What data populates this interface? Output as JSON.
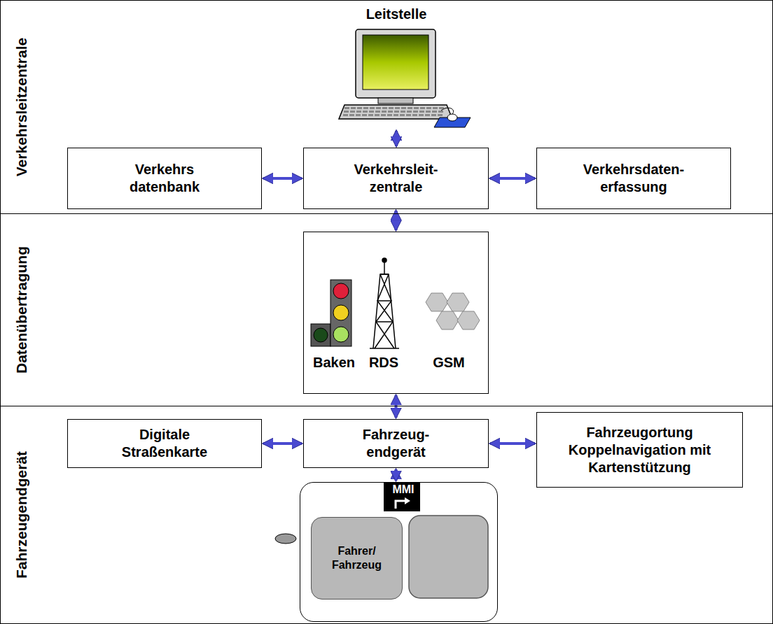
{
  "diagram": {
    "nodes": [
      {
        "text": [
          "Verkehrsleitzentrale"
        ]
      },
      {
        "text": [
          "Leitstelle"
        ],
        "in": 0
      },
      {
        "text": [
          "Verkehrs datenbank"
        ],
        "in": 0
      },
      {
        "text": [
          "Verkehrsleit- zentrale"
        ],
        "in": 0
      },
      {
        "text": [
          "Verkehrsdaten- erfassung"
        ],
        "in": 0
      },
      {
        "text": [
          "Datenübertragung"
        ]
      },
      {
        "text": [
          "Baken",
          "RDS",
          "GSM"
        ],
        "in": 5
      },
      {
        "text": [
          "Fahrzeugendgerät"
        ]
      },
      {
        "text": [
          "Digitale Straßenkarte"
        ],
        "in": 7
      },
      {
        "text": [
          "Fahrzeug- endgerät"
        ],
        "in": 7
      },
      {
        "text": [
          "Fahrzeugortung Koppelnavigation mit Kartenstützung"
        ],
        "in": 7
      },
      {
        "text": [
          "MMI"
        ],
        "in": 7
      },
      {
        "text": [
          "Fahrer/ Fahrzeug"
        ],
        "in": 11
      }
    ],
    "edges": [
      {
        "from": 1,
        "to": 3,
        "arrow": "both"
      },
      {
        "from": 2,
        "to": 3,
        "arrow": "both"
      },
      {
        "from": 3,
        "to": 4,
        "arrow": "both"
      },
      {
        "from": 3,
        "to": 6,
        "arrow": "both"
      },
      {
        "from": 6,
        "to": 9,
        "arrow": "both"
      },
      {
        "from": 8,
        "to": 9,
        "arrow": "both"
      },
      {
        "from": 9,
        "to": 10,
        "arrow": "both"
      },
      {
        "from": 9,
        "to": 11,
        "arrow": "both"
      }
    ]
  }
}
